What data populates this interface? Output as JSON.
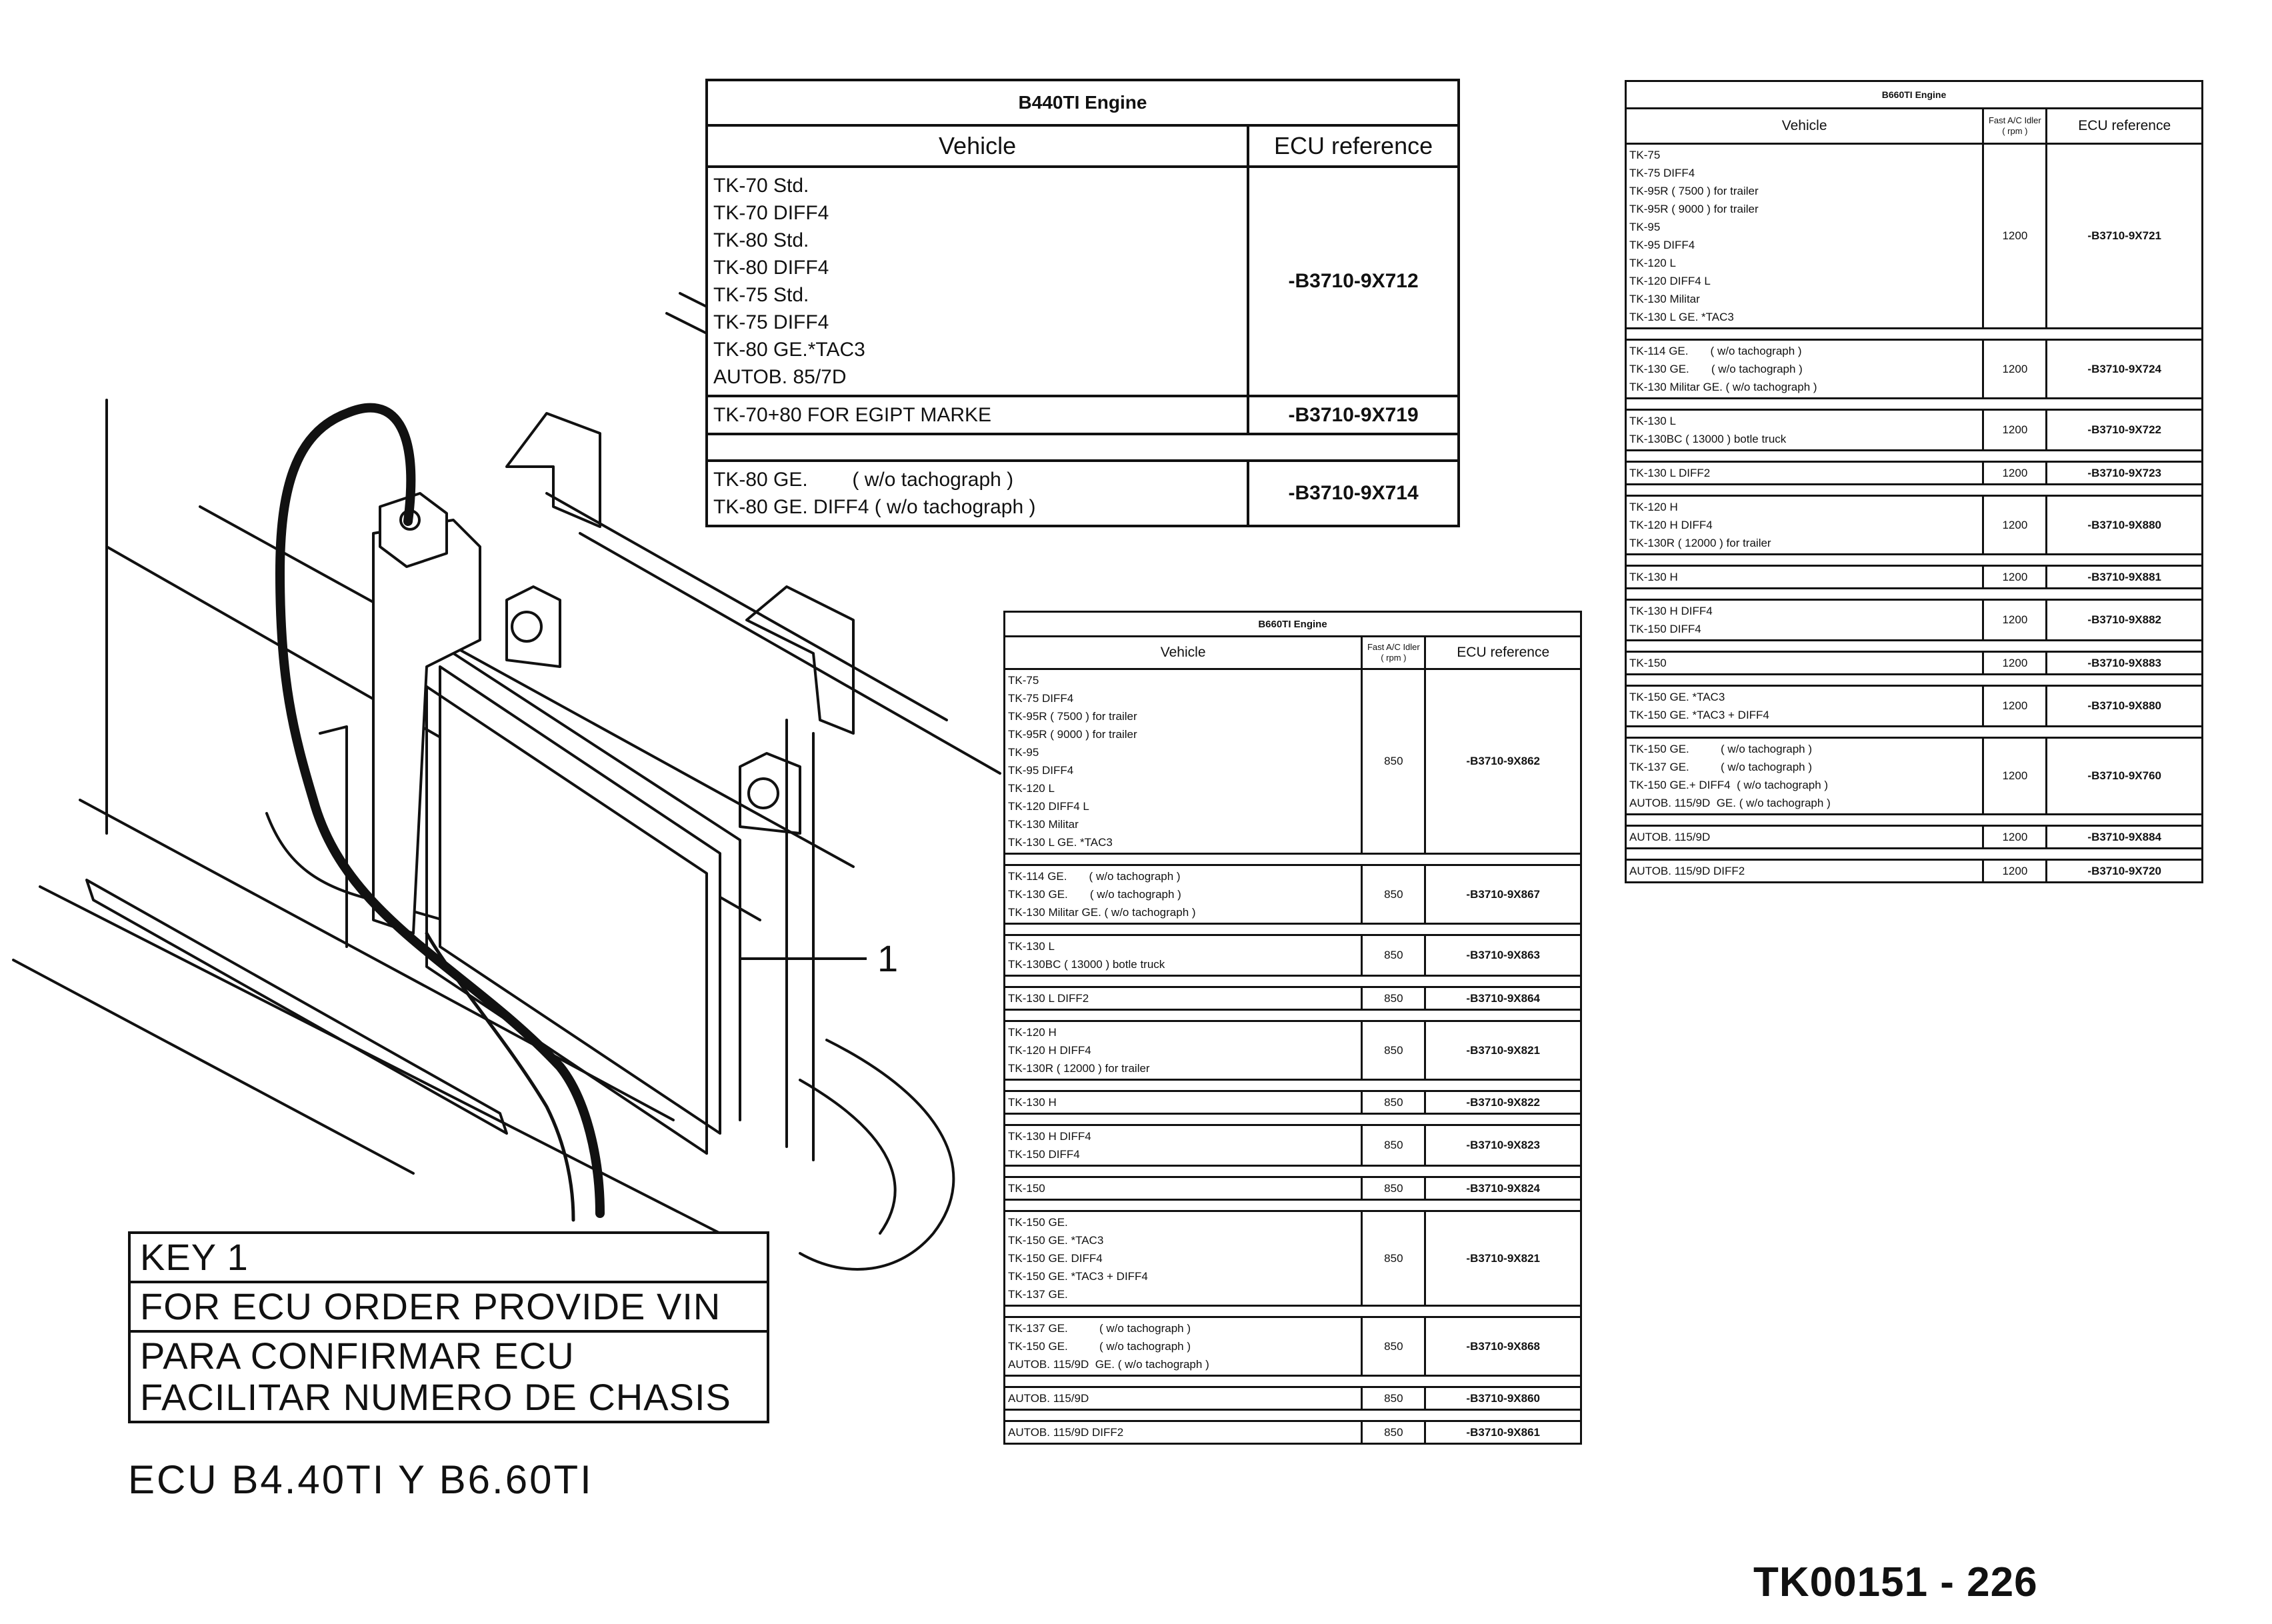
{
  "b440": {
    "title": "B440TI Engine",
    "header_vehicle": "Vehicle",
    "header_ecu": "ECU reference",
    "groups": [
      {
        "vehicles": [
          "TK-70 Std.",
          "TK-70 DIFF4",
          "TK-80 Std.",
          "TK-80 DIFF4",
          "TK-75 Std.",
          "TK-75 DIFF4",
          "TK-80 GE.*TAC3",
          "AUTOB. 85/7D"
        ],
        "ecu": "-B3710-9X712"
      },
      {
        "vehicles": [
          "TK-70+80  FOR EGIPT MARKE"
        ],
        "ecu": "-B3710-9X719"
      },
      {
        "vehicles": [
          "TK-80 GE.        ( w/o tachograph )",
          "TK-80 GE. DIFF4 ( w/o tachograph )"
        ],
        "ecu": "-B3710-9X714"
      }
    ]
  },
  "b660_middle": {
    "title": "B660TI Engine",
    "header_vehicle": "Vehicle",
    "header_rpm": "Fast A/C Idler ( rpm )",
    "header_ecu": "ECU reference",
    "groups": [
      {
        "vehicles": [
          "TK-75",
          "TK-75 DIFF4",
          "TK-95R ( 7500 ) for trailer",
          "TK-95R ( 9000 ) for trailer",
          "TK-95",
          "TK-95 DIFF4",
          "TK-120 L",
          "TK-120 DIFF4 L",
          "TK-130 Militar",
          "TK-130 L GE. *TAC3"
        ],
        "rpm": "850",
        "ecu": "-B3710-9X862"
      },
      {
        "vehicles": [
          "TK-114 GE.       ( w/o tachograph )",
          "TK-130 GE.       ( w/o tachograph )",
          "TK-130 Militar GE. ( w/o tachograph )"
        ],
        "rpm": "850",
        "ecu": "-B3710-9X867"
      },
      {
        "vehicles": [
          "TK-130 L",
          "TK-130BC ( 13000 ) botle truck"
        ],
        "rpm": "850",
        "ecu": "-B3710-9X863"
      },
      {
        "vehicles": [
          "TK-130 L DIFF2"
        ],
        "rpm": "850",
        "ecu": "-B3710-9X864"
      },
      {
        "vehicles": [
          "TK-120 H",
          "TK-120 H DIFF4",
          "TK-130R ( 12000 ) for trailer"
        ],
        "rpm": "850",
        "ecu": "-B3710-9X821"
      },
      {
        "vehicles": [
          "TK-130 H"
        ],
        "rpm": "850",
        "ecu": "-B3710-9X822"
      },
      {
        "vehicles": [
          "TK-130 H DIFF4",
          "TK-150 DIFF4"
        ],
        "rpm": "850",
        "ecu": "-B3710-9X823"
      },
      {
        "vehicles": [
          "TK-150"
        ],
        "rpm": "850",
        "ecu": "-B3710-9X824"
      },
      {
        "vehicles": [
          "TK-150 GE.",
          "TK-150 GE. *TAC3",
          "TK-150 GE. DIFF4",
          "TK-150 GE. *TAC3 + DIFF4",
          "TK-137 GE."
        ],
        "rpm": "850",
        "ecu": "-B3710-9X821"
      },
      {
        "vehicles": [
          "TK-137 GE.          ( w/o tachograph )",
          "TK-150 GE.          ( w/o tachograph )",
          "AUTOB. 115/9D  GE. ( w/o tachograph )"
        ],
        "rpm": "850",
        "ecu": "-B3710-9X868"
      },
      {
        "vehicles": [
          "AUTOB. 115/9D"
        ],
        "rpm": "850",
        "ecu": "-B3710-9X860"
      },
      {
        "vehicles": [
          "AUTOB. 115/9D DIFF2"
        ],
        "rpm": "850",
        "ecu": "-B3710-9X861"
      }
    ]
  },
  "b660_right": {
    "title": "B660TI Engine",
    "header_vehicle": "Vehicle",
    "header_rpm": "Fast A/C Idler ( rpm )",
    "header_ecu": "ECU reference",
    "groups": [
      {
        "vehicles": [
          "TK-75",
          "TK-75 DIFF4",
          "TK-95R ( 7500 ) for trailer",
          "TK-95R ( 9000 ) for trailer",
          "TK-95",
          "TK-95 DIFF4",
          "TK-120 L",
          "TK-120 DIFF4 L",
          "TK-130 Militar",
          "TK-130 L GE. *TAC3"
        ],
        "rpm": "1200",
        "ecu": "-B3710-9X721"
      },
      {
        "vehicles": [
          "TK-114 GE.       ( w/o tachograph )",
          "TK-130 GE.       ( w/o tachograph )",
          "TK-130 Militar GE. ( w/o tachograph )"
        ],
        "rpm": "1200",
        "ecu": "-B3710-9X724"
      },
      {
        "vehicles": [
          "TK-130 L",
          "TK-130BC ( 13000 ) botle truck"
        ],
        "rpm": "1200",
        "ecu": "-B3710-9X722"
      },
      {
        "vehicles": [
          "TK-130 L DIFF2"
        ],
        "rpm": "1200",
        "ecu": "-B3710-9X723"
      },
      {
        "vehicles": [
          "TK-120 H",
          "TK-120 H DIFF4",
          "TK-130R ( 12000 ) for trailer"
        ],
        "rpm": "1200",
        "ecu": "-B3710-9X880"
      },
      {
        "vehicles": [
          "TK-130 H"
        ],
        "rpm": "1200",
        "ecu": "-B3710-9X881"
      },
      {
        "vehicles": [
          "TK-130 H DIFF4",
          "TK-150 DIFF4"
        ],
        "rpm": "1200",
        "ecu": "-B3710-9X882"
      },
      {
        "vehicles": [
          "TK-150"
        ],
        "rpm": "1200",
        "ecu": "-B3710-9X883"
      },
      {
        "vehicles": [
          "TK-150 GE. *TAC3",
          "TK-150 GE. *TAC3 + DIFF4"
        ],
        "rpm": "1200",
        "ecu": "-B3710-9X880"
      },
      {
        "vehicles": [
          "TK-150 GE.          ( w/o tachograph )",
          "TK-137 GE.          ( w/o tachograph )",
          "TK-150 GE.+ DIFF4  ( w/o tachograph )",
          "AUTOB. 115/9D  GE. ( w/o tachograph )"
        ],
        "rpm": "1200",
        "ecu": "-B3710-9X760"
      },
      {
        "vehicles": [
          "AUTOB. 115/9D"
        ],
        "rpm": "1200",
        "ecu": "-B3710-9X884"
      },
      {
        "vehicles": [
          "AUTOB. 115/9D DIFF2"
        ],
        "rpm": "1200",
        "ecu": "-B3710-9X720"
      }
    ]
  },
  "key": {
    "title": "KEY 1",
    "line1": "FOR ECU ORDER PROVIDE VIN",
    "line2": "PARA CONFIRMAR ECU",
    "line3": "FACILITAR NUMERO DE CHASIS"
  },
  "caption": "ECU B4.40TI Y B6.60TI",
  "callout_number": "1",
  "page_code": "TK00151 - 226"
}
